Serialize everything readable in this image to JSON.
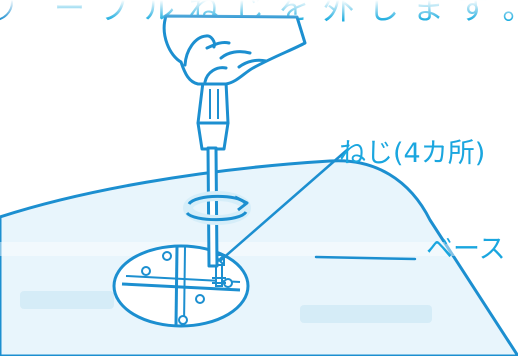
{
  "heading": "ー ブ ル ね じ を 外 し ま す 。",
  "labels": {
    "screws": "ねじ(4カ所)",
    "base": "ベース"
  },
  "colors": {
    "line": "#1c8fd0",
    "base_fill": "#e8f5fc",
    "mount_fill": "#ffffff",
    "text": "#1aa6df",
    "rotation_arrow": "#1c8fd0",
    "rotation_fill": "#d6eef9",
    "ghost_text": "#cfe8f5"
  },
  "icons": {
    "rotation": "rotation-arrow-icon",
    "screwdriver": "screwdriver-icon",
    "hand": "hand-icon",
    "circle_number": "circled-number-icon"
  }
}
